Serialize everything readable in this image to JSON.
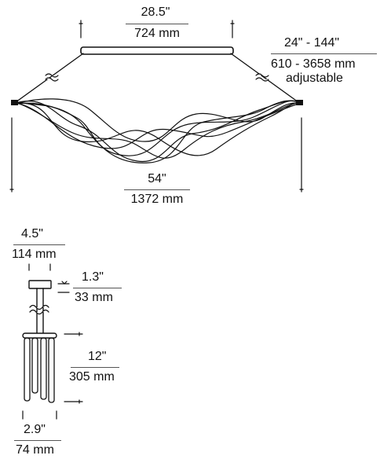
{
  "top_view": {
    "canopy_width": {
      "imperial": "28.5\"",
      "metric": "724 mm"
    },
    "cable_length": {
      "imperial": "24\" - 144\"",
      "metric": "610 - 3658 mm",
      "note": "adjustable"
    },
    "overall_width": {
      "imperial": "54\"",
      "metric": "1372 mm"
    }
  },
  "side_view": {
    "width": {
      "imperial": "4.5\"",
      "metric": "114 mm"
    },
    "canopy_height": {
      "imperial": "1.3\"",
      "metric": "33 mm"
    },
    "body_height": {
      "imperial": "12\"",
      "metric": "305 mm"
    },
    "body_width": {
      "imperial": "2.9\"",
      "metric": "74 mm"
    }
  }
}
